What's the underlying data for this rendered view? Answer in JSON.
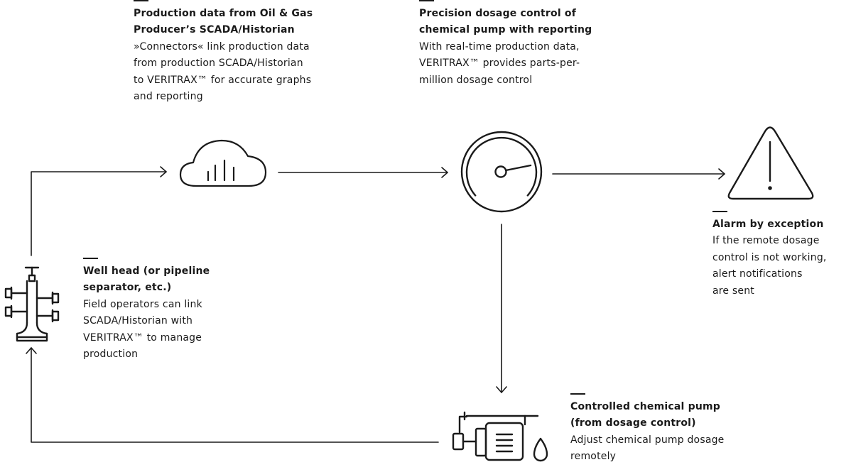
{
  "blocks": {
    "production_data": {
      "title_lines": [
        "Production data from Oil & Gas",
        "Producer’s SCADA/Historian"
      ],
      "body_lines": [
        "»Connectors« link production data",
        "from production SCADA/Historian",
        "to VERITRAX™ for accurate graphs",
        "and reporting"
      ]
    },
    "dosage_control": {
      "title_lines": [
        "Precision dosage control of",
        "chemical pump with reporting"
      ],
      "body_lines": [
        "With real-time production data,",
        "VERITRAX™ provides parts-per-",
        "million dosage control"
      ]
    },
    "alarm": {
      "title_lines": [
        "Alarm by exception"
      ],
      "body_lines": [
        "If the remote dosage",
        "control is not working,",
        "alert notifications",
        "are sent"
      ]
    },
    "well_head": {
      "title_lines": [
        "Well head (or pipeline",
        "separator, etc.)"
      ],
      "body_lines": [
        "Field operators can link",
        "SCADA/Historian with",
        "VERITRAX™ to manage",
        "production"
      ]
    },
    "pump": {
      "title_lines": [
        "Controlled chemical pump",
        "(from dosage control)"
      ],
      "body_lines": [
        "Adjust chemical pump dosage",
        "remotely"
      ]
    }
  },
  "icons": {
    "cloud": "cloud-chart-icon",
    "gauge": "gauge-icon",
    "alarm": "warning-triangle-icon",
    "well": "well-head-icon",
    "pump": "chemical-pump-icon"
  },
  "colors": {
    "ink": "#1a1a1a",
    "background": "#ffffff"
  }
}
